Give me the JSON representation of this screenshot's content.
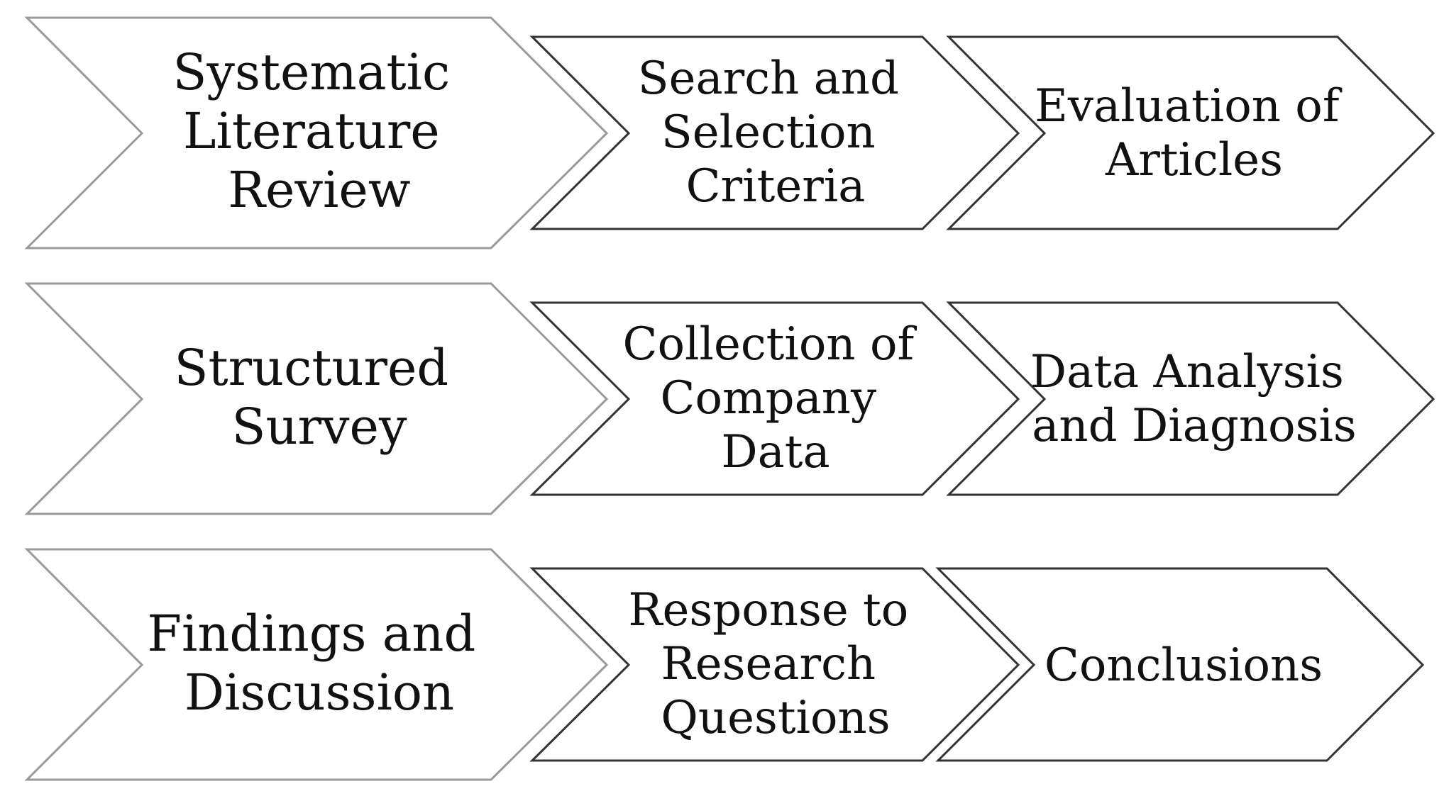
{
  "rows": [
    {
      "steps": [
        {
          "lines": [
            "Systematic",
            "Literature",
            "Review"
          ]
        },
        {
          "lines": [
            "Search and",
            "Selection",
            "Criteria"
          ]
        },
        {
          "lines": [
            "Evaluation of",
            "Articles"
          ]
        }
      ]
    },
    {
      "steps": [
        {
          "lines": [
            "Structured",
            "Survey"
          ]
        },
        {
          "lines": [
            "Collection of",
            "Company",
            "Data"
          ]
        },
        {
          "lines": [
            "Data Analysis",
            "and Diagnosis"
          ]
        }
      ]
    },
    {
      "steps": [
        {
          "lines": [
            "Findings and",
            "Discussion"
          ]
        },
        {
          "lines": [
            "Response to",
            "Research",
            "Questions"
          ]
        },
        {
          "lines": [
            "Conclusions"
          ]
        }
      ]
    }
  ]
}
